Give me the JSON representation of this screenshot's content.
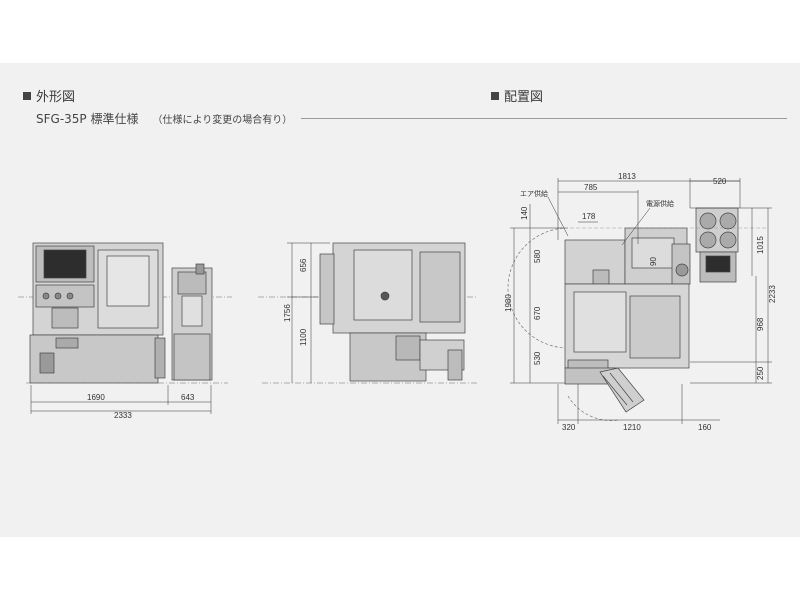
{
  "headings": {
    "external": "外形図",
    "layout": "配置図"
  },
  "subtitle": {
    "model": "SFG-35P 標準仕様",
    "note": "（仕様により変更の場合有り）"
  },
  "front_view": {
    "dims": {
      "width_main": "1690",
      "width_aux": "643",
      "width_total": "2333"
    }
  },
  "side_view": {
    "dims": {
      "upper": "656",
      "total_height": "1756",
      "lower": "1100"
    }
  },
  "layout_view": {
    "labels": {
      "air": "エア供給",
      "power": "電源供給"
    },
    "dims": {
      "top_total": "1813",
      "top_right": "520",
      "top_785": "785",
      "top_178": "178",
      "left_140": "140",
      "left_1980": "1980",
      "left_580": "580",
      "left_670": "670",
      "left_530": "530",
      "right_1015": "1015",
      "right_2233": "2233",
      "right_968": "968",
      "right_250": "250",
      "small_90": "90",
      "bottom_320": "320",
      "bottom_1210": "1210",
      "bottom_160": "160"
    }
  },
  "colors": {
    "background": "#f1f1f1",
    "machine": "#cfcfcf",
    "line": "#333333"
  }
}
